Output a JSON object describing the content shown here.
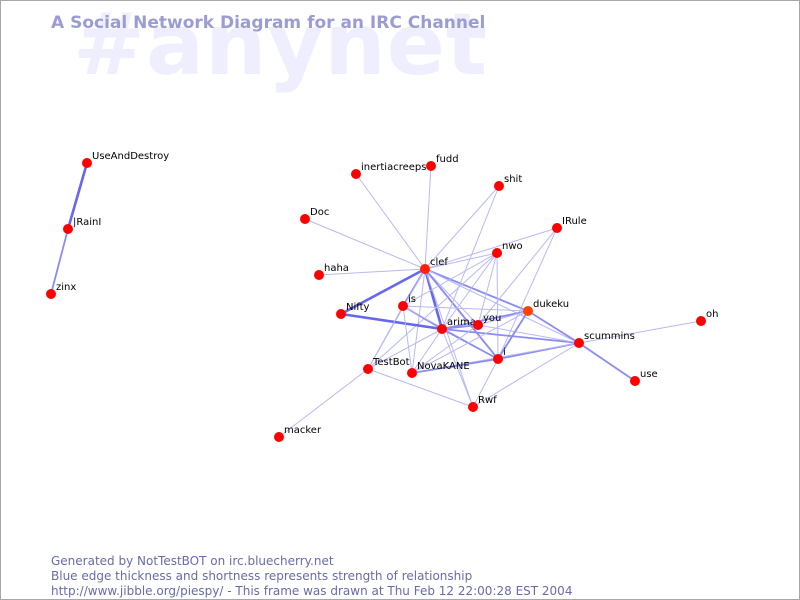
{
  "header": {
    "watermark": "#anynet",
    "title": "A Social Network Diagram for an IRC Channel"
  },
  "graph": {
    "nodes": [
      {
        "id": "UseAndDestroy",
        "label": "UseAndDestroy",
        "color": "#ff0000"
      },
      {
        "id": "IRainI",
        "label": "|RainI",
        "color": "#ff0000"
      },
      {
        "id": "zinx",
        "label": "zinx",
        "color": "#ff0000"
      },
      {
        "id": "inertiacreeps",
        "label": "inertiacreeps",
        "color": "#ff0000"
      },
      {
        "id": "fudd",
        "label": "fudd",
        "color": "#ff0000"
      },
      {
        "id": "shit",
        "label": "shit",
        "color": "#ff0000"
      },
      {
        "id": "Doc",
        "label": "Doc",
        "color": "#ff0000"
      },
      {
        "id": "IRule",
        "label": "IRule",
        "color": "#ff0000"
      },
      {
        "id": "nwo",
        "label": "nwo",
        "color": "#ff0000"
      },
      {
        "id": "haha",
        "label": "haha",
        "color": "#ff0000"
      },
      {
        "id": "clef",
        "label": "clef",
        "color": "#ff2200"
      },
      {
        "id": "dukeku",
        "label": "dukeku",
        "color": "#ff4400"
      },
      {
        "id": "is",
        "label": "is",
        "color": "#ff0000"
      },
      {
        "id": "Nifty",
        "label": "Nifty",
        "color": "#ff0000"
      },
      {
        "id": "arima",
        "label": "arima",
        "color": "#ff0000"
      },
      {
        "id": "you",
        "label": "you",
        "color": "#ff0000"
      },
      {
        "id": "oh",
        "label": "oh",
        "color": "#ff0000"
      },
      {
        "id": "scummins",
        "label": "scummins",
        "color": "#ff0000"
      },
      {
        "id": "i",
        "label": "i",
        "color": "#ff0000"
      },
      {
        "id": "TestBot",
        "label": "TestBot",
        "color": "#ff0000"
      },
      {
        "id": "NovaKANE",
        "label": "NovaKANE",
        "color": "#ff0000"
      },
      {
        "id": "use",
        "label": "use",
        "color": "#ff0000"
      },
      {
        "id": "Rwf",
        "label": "Rwf",
        "color": "#ff0000"
      },
      {
        "id": "macker",
        "label": "macker",
        "color": "#ff0000"
      }
    ],
    "edges": [
      {
        "source": "UseAndDestroy",
        "target": "IRainI",
        "weight": 3
      },
      {
        "source": "IRainI",
        "target": "zinx",
        "weight": 2
      },
      {
        "source": "clef",
        "target": "inertiacreeps",
        "weight": 1
      },
      {
        "source": "clef",
        "target": "fudd",
        "weight": 1
      },
      {
        "source": "clef",
        "target": "shit",
        "weight": 1
      },
      {
        "source": "clef",
        "target": "Doc",
        "weight": 1
      },
      {
        "source": "clef",
        "target": "haha",
        "weight": 1
      },
      {
        "source": "clef",
        "target": "nwo",
        "weight": 1
      },
      {
        "source": "clef",
        "target": "IRule",
        "weight": 1
      },
      {
        "source": "clef",
        "target": "dukeku",
        "weight": 2
      },
      {
        "source": "clef",
        "target": "is",
        "weight": 2
      },
      {
        "source": "clef",
        "target": "Nifty",
        "weight": 3
      },
      {
        "source": "clef",
        "target": "arima",
        "weight": 3
      },
      {
        "source": "clef",
        "target": "you",
        "weight": 1
      },
      {
        "source": "clef",
        "target": "i",
        "weight": 2
      },
      {
        "source": "clef",
        "target": "TestBot",
        "weight": 1
      },
      {
        "source": "clef",
        "target": "NovaKANE",
        "weight": 1
      },
      {
        "source": "clef",
        "target": "Rwf",
        "weight": 1
      },
      {
        "source": "clef",
        "target": "scummins",
        "weight": 1
      },
      {
        "source": "nwo",
        "target": "is",
        "weight": 1
      },
      {
        "source": "nwo",
        "target": "arima",
        "weight": 1
      },
      {
        "source": "nwo",
        "target": "i",
        "weight": 1
      },
      {
        "source": "nwo",
        "target": "TestBot",
        "weight": 1
      },
      {
        "source": "nwo",
        "target": "you",
        "weight": 1
      },
      {
        "source": "shit",
        "target": "arima",
        "weight": 1
      },
      {
        "source": "IRule",
        "target": "i",
        "weight": 1
      },
      {
        "source": "IRule",
        "target": "you",
        "weight": 1
      },
      {
        "source": "Nifty",
        "target": "arima",
        "weight": 3
      },
      {
        "source": "is",
        "target": "arima",
        "weight": 2
      },
      {
        "source": "is",
        "target": "dukeku",
        "weight": 1
      },
      {
        "source": "is",
        "target": "TestBot",
        "weight": 1
      },
      {
        "source": "is",
        "target": "NovaKANE",
        "weight": 1
      },
      {
        "source": "is",
        "target": "i",
        "weight": 1
      },
      {
        "source": "arima",
        "target": "you",
        "weight": 2
      },
      {
        "source": "arima",
        "target": "dukeku",
        "weight": 2
      },
      {
        "source": "arima",
        "target": "scummins",
        "weight": 2
      },
      {
        "source": "arima",
        "target": "i",
        "weight": 2
      },
      {
        "source": "arima",
        "target": "Rwf",
        "weight": 1
      },
      {
        "source": "arima",
        "target": "TestBot",
        "weight": 1
      },
      {
        "source": "arima",
        "target": "NovaKANE",
        "weight": 1
      },
      {
        "source": "you",
        "target": "dukeku",
        "weight": 1
      },
      {
        "source": "you",
        "target": "scummins",
        "weight": 1
      },
      {
        "source": "you",
        "target": "NovaKANE",
        "weight": 1
      },
      {
        "source": "dukeku",
        "target": "scummins",
        "weight": 2
      },
      {
        "source": "dukeku",
        "target": "i",
        "weight": 2
      },
      {
        "source": "dukeku",
        "target": "NovaKANE",
        "weight": 1
      },
      {
        "source": "scummins",
        "target": "i",
        "weight": 2
      },
      {
        "source": "scummins",
        "target": "oh",
        "weight": 1
      },
      {
        "source": "scummins",
        "target": "use",
        "weight": 2
      },
      {
        "source": "scummins",
        "target": "Rwf",
        "weight": 1
      },
      {
        "source": "scummins",
        "target": "NovaKANE",
        "weight": 1
      },
      {
        "source": "i",
        "target": "NovaKANE",
        "weight": 2
      },
      {
        "source": "i",
        "target": "Rwf",
        "weight": 1
      },
      {
        "source": "TestBot",
        "target": "Rwf",
        "weight": 1
      },
      {
        "source": "TestBot",
        "target": "macker",
        "weight": 1
      }
    ]
  },
  "footer": {
    "line1": "Generated by NotTestBOT on irc.bluecherry.net",
    "line2": "Blue edge thickness and shortness represents strength of relationship",
    "line3": "http://www.jibble.org/piespy/ - This frame was drawn at Thu Feb 12 22:00:28 EST 2004"
  }
}
